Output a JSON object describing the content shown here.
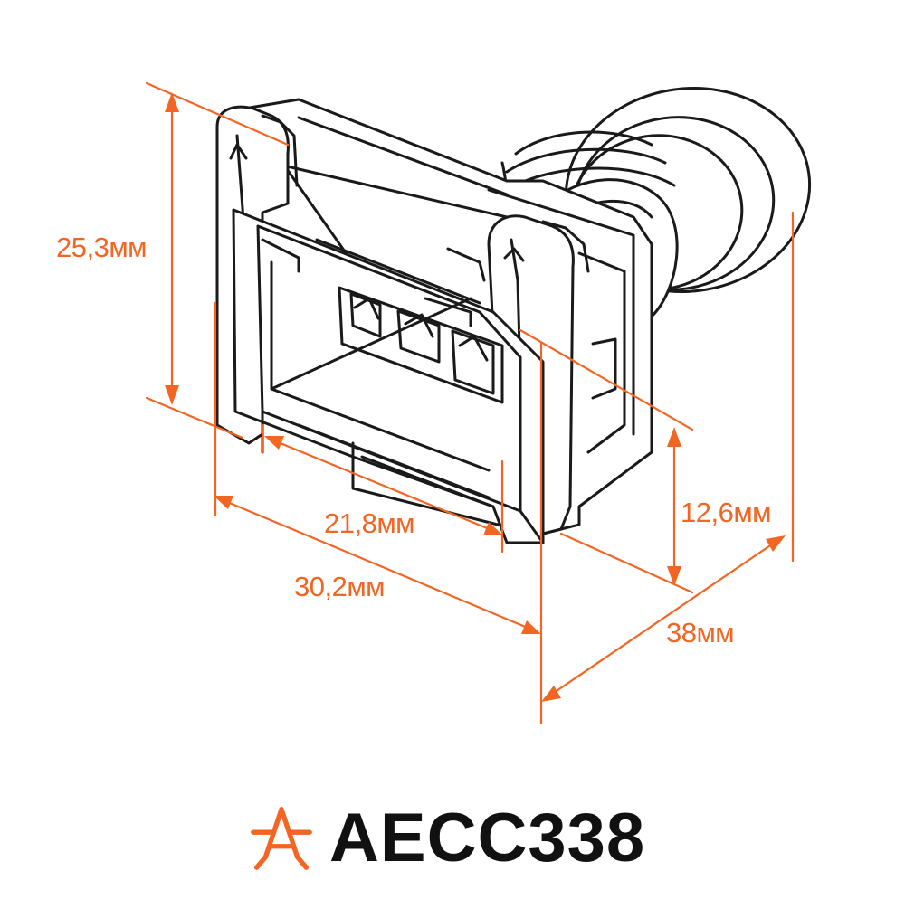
{
  "dimensions": {
    "height": "25,3мм",
    "inner_width": "21,8мм",
    "outer_width": "30,2мм",
    "front_depth": "12,6мм",
    "total_depth": "38мм"
  },
  "brand": {
    "code": "AECC338",
    "logo_icon": "star-a-logo-icon"
  },
  "colors": {
    "dimension": "#f26522",
    "outline": "#1a1a1a",
    "text": "#111111"
  }
}
